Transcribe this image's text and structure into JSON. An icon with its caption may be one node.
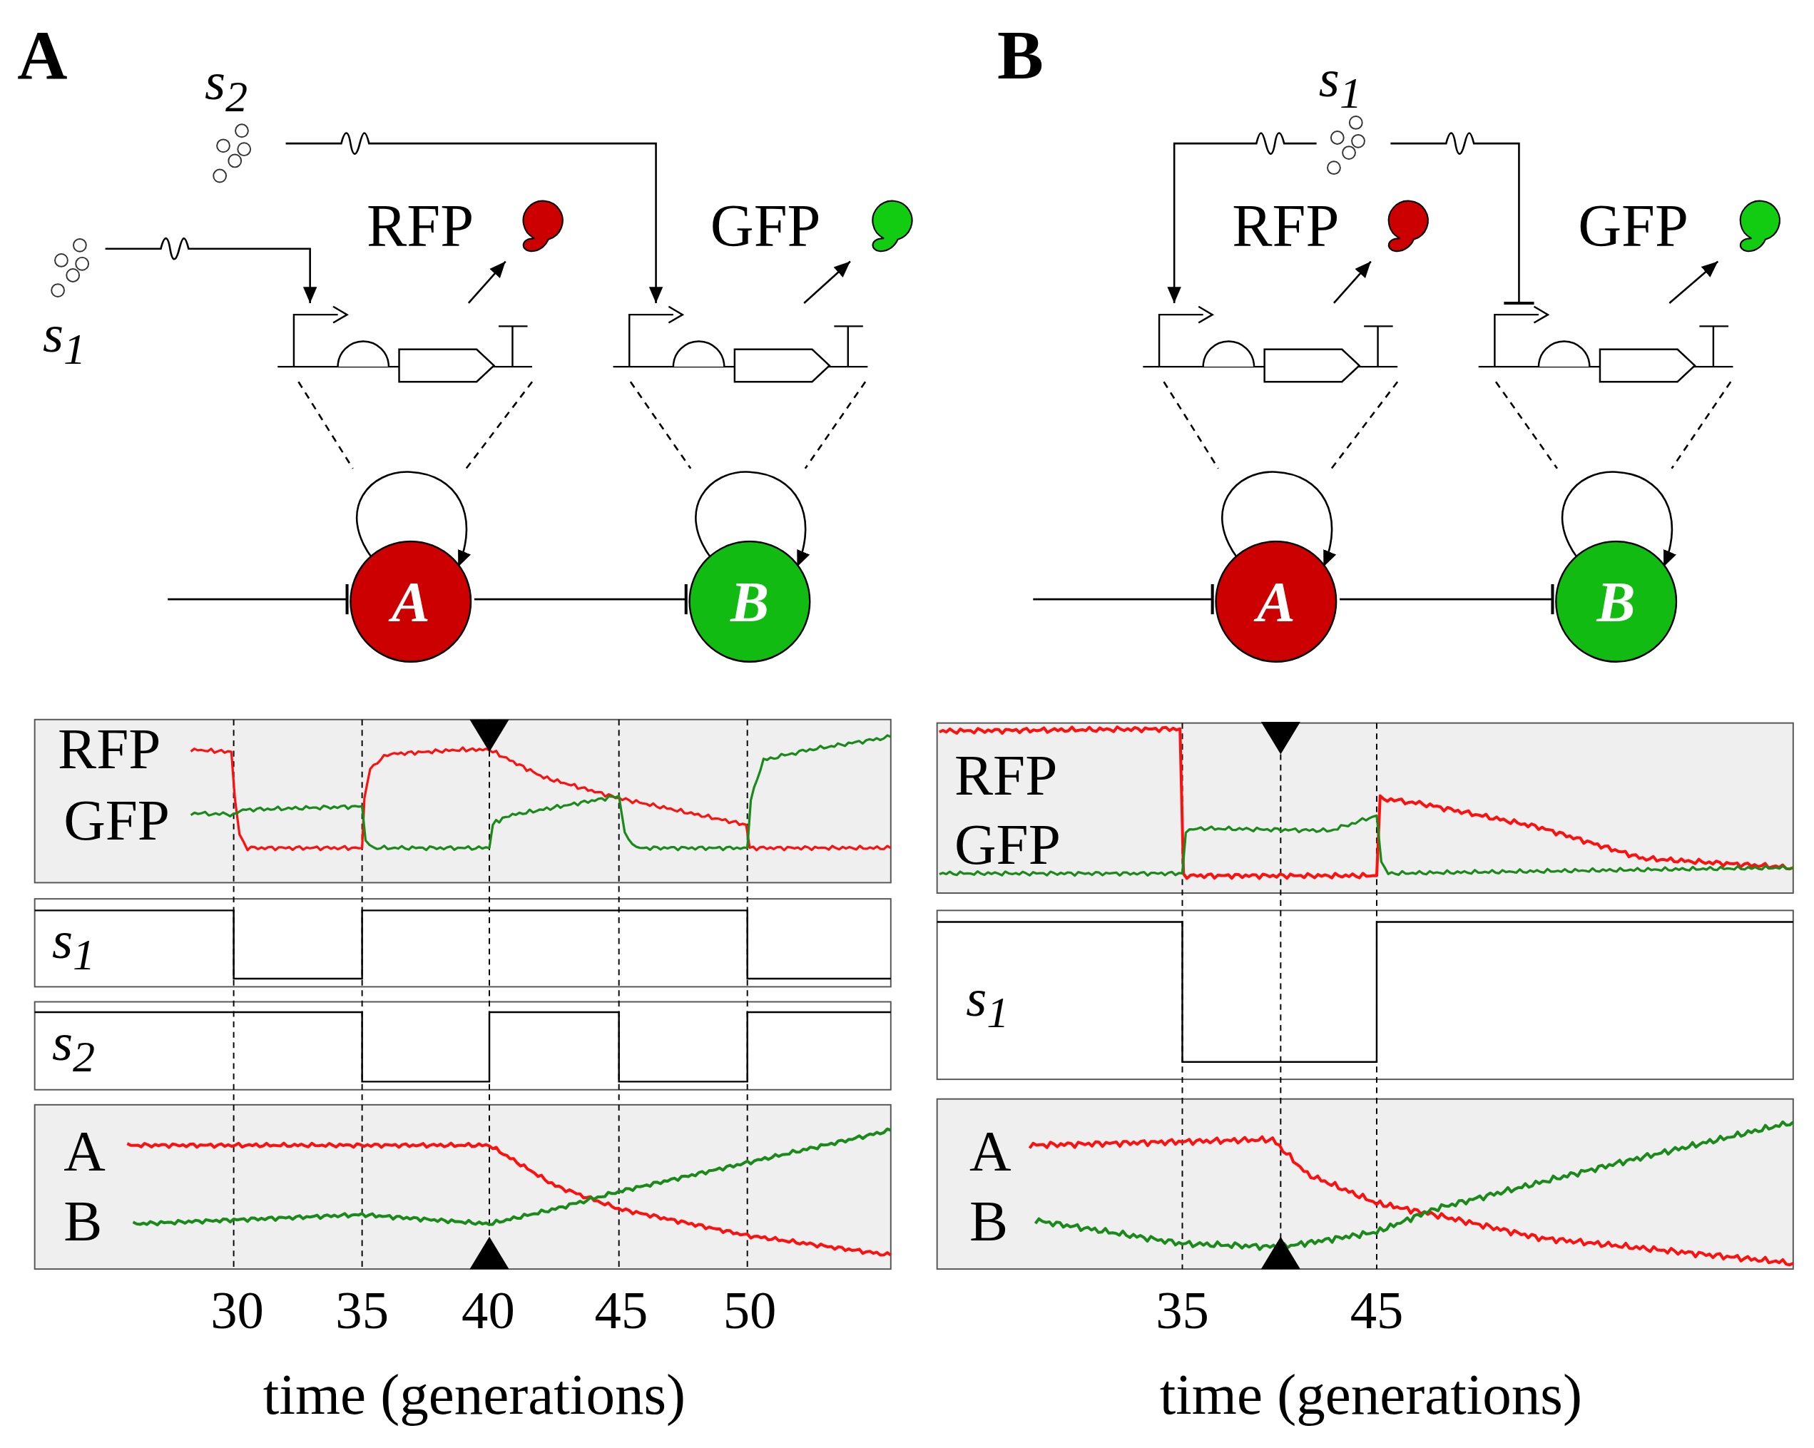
{
  "diagram": {
    "nodes": [
      {
        "text": [
          "s$_{2}$"
        ]
      },
      {
        "text": [
          "s$_{1}$"
        ]
      },
      {
        "text": [
          "RFP"
        ]
      },
      {
        "text": [
          "GFP"
        ]
      },
      {
        "text": [],
        "shape": "gene"
      },
      {
        "text": [],
        "shape": "gene"
      },
      {
        "text": [
          "A"
        ]
      },
      {
        "text": [
          "B"
        ]
      },
      {
        "text": [
          "s$_{1}$"
        ]
      },
      {
        "text": [
          "RFP"
        ]
      },
      {
        "text": [
          "GFP"
        ]
      },
      {
        "text": [],
        "shape": "gene"
      },
      {
        "text": [],
        "shape": "gene"
      },
      {
        "text": [
          "A"
        ]
      },
      {
        "text": [
          "B"
        ]
      }
    ],
    "edges": [
      {
        "from": 0,
        "to": 5,
        "arrow": "to"
      },
      {
        "from": 1,
        "to": 4,
        "arrow": "to"
      },
      {
        "from": 4,
        "to": 2,
        "arrow": "to"
      },
      {
        "from": 5,
        "to": 3,
        "arrow": "to"
      },
      {
        "from": 4,
        "to": 6,
        "arrow": "none",
        "style": "dashed"
      },
      {
        "from": 4,
        "to": 6,
        "arrow": "none",
        "style": "dashed"
      },
      {
        "from": 5,
        "to": 7,
        "arrow": "none",
        "style": "dashed"
      },
      {
        "from": 5,
        "to": 7,
        "arrow": "none",
        "style": "dashed"
      },
      {
        "from": 6,
        "to": 6,
        "arrow": "to"
      },
      {
        "from": 7,
        "to": 7,
        "arrow": "to"
      },
      {
        "from": null,
        "to": 6,
        "arrow": "other"
      },
      {
        "from": 6,
        "to": 7,
        "arrow": "other"
      },
      {
        "from": 8,
        "to": 11,
        "arrow": "to"
      },
      {
        "from": 8,
        "to": 12,
        "arrow": "other"
      },
      {
        "from": 11,
        "to": 9,
        "arrow": "to"
      },
      {
        "from": 12,
        "to": 10,
        "arrow": "to"
      },
      {
        "from": 11,
        "to": 13,
        "arrow": "none",
        "style": "dashed"
      },
      {
        "from": 11,
        "to": 13,
        "arrow": "none",
        "style": "dashed"
      },
      {
        "from": 12,
        "to": 14,
        "arrow": "none",
        "style": "dashed"
      },
      {
        "from": 12,
        "to": 14,
        "arrow": "none",
        "style": "dashed"
      },
      {
        "from": 13,
        "to": 13,
        "arrow": "to"
      },
      {
        "from": 14,
        "to": 14,
        "arrow": "to"
      },
      {
        "from": null,
        "to": 13,
        "arrow": "other"
      },
      {
        "from": 13,
        "to": 14,
        "arrow": "other"
      }
    ],
    "labels": [
      "A",
      "B",
      "RFP",
      "GFP",
      "s$_{1}$",
      "s$_{2}$",
      "A",
      "B",
      "30",
      "35",
      "40",
      "45",
      "50",
      "time (generations)",
      "RFP",
      "GFP",
      "s$_{1}$",
      "A",
      "B",
      "35",
      "45",
      "time (generations)"
    ]
  }
}
